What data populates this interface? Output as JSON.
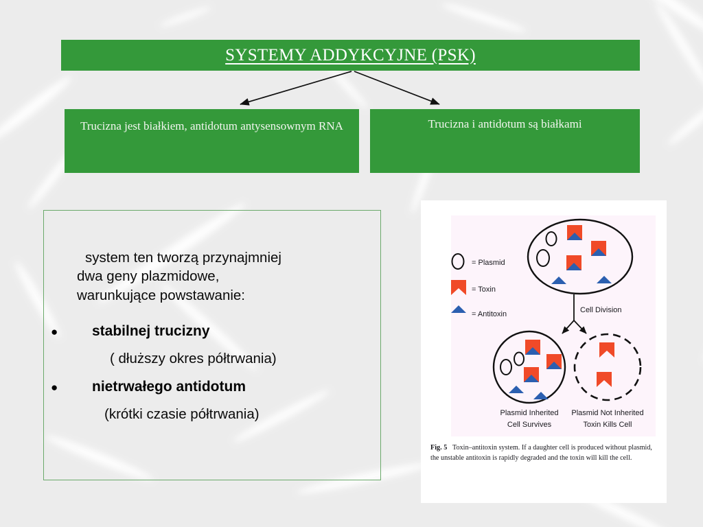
{
  "slide": {
    "title": "SYSTEMY ADDYKCYJNE (PSK)",
    "accent_green": "#34993a",
    "background": "#ececec",
    "panel_border": "#6aa96a"
  },
  "branches": [
    {
      "label": "Trucizna  jest białkiem,  antidotum antysensownym RNA"
    },
    {
      "label": "Trucizna  i antidotum są białkami"
    }
  ],
  "text_panel": {
    "intro": [
      "system ten tworzą  przynajmniej",
      "dwa geny plazmidowe,",
      "warunkujące powstawanie:"
    ],
    "bullet_char": "●",
    "bullets": [
      {
        "label": "stabilnej trucizny",
        "note": "( dłuższy okres półtrwania)"
      },
      {
        "label": "nietrwałego antidotum",
        "note": "(krótki czasie półtrwania)"
      }
    ]
  },
  "figure": {
    "legend": [
      {
        "symbol": "plasmid-oval-icon",
        "text": "= Plasmid"
      },
      {
        "symbol": "toxin-square-icon",
        "text": "= Toxin"
      },
      {
        "symbol": "antitoxin-triangle-icon",
        "text": "= Antitoxin"
      }
    ],
    "division_label": "Cell Division",
    "cells": [
      {
        "name": "parent-cell",
        "shape": "ellipse-solid",
        "plasmids": 2,
        "toxin_antitoxin_complexes": 3,
        "free_antitoxins": 2,
        "free_toxins": 0,
        "label_lines": []
      },
      {
        "name": "daughter-cell-survives",
        "shape": "circle-solid",
        "plasmids": 2,
        "toxin_antitoxin_complexes": 3,
        "free_antitoxins": 2,
        "free_toxins": 0,
        "label_lines": [
          "Plasmid Inherited",
          "Cell Survives"
        ]
      },
      {
        "name": "daughter-cell-dies",
        "shape": "circle-dashed",
        "plasmids": 0,
        "toxin_antitoxin_complexes": 0,
        "free_antitoxins": 0,
        "free_toxins": 2,
        "label_lines": [
          "Plasmid Not Inherited",
          "Toxin Kills Cell"
        ]
      }
    ],
    "caption": {
      "number": "Fig. 5",
      "text": "Toxin–antitoxin system. If a daughter cell is produced without plasmid, the unstable antitoxin is rapidly degraded and the toxin will kill the cell."
    },
    "colors": {
      "toxin": "#f04a28",
      "antitoxin": "#2b5fb0",
      "outline": "#111111",
      "panel_tint": "#fdf4fb"
    }
  }
}
